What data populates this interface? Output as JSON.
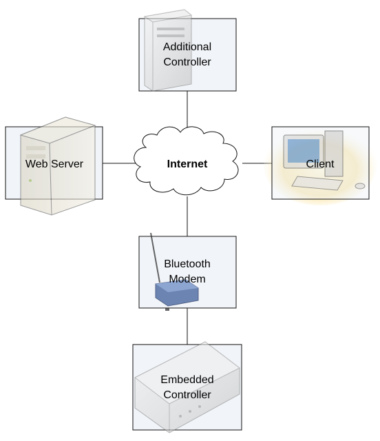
{
  "diagram": {
    "hub": {
      "label": "Internet",
      "icon": "cloud-icon"
    },
    "nodes": {
      "additional_controller": {
        "line1": "Additional",
        "line2": "Controller",
        "icon": "controller-box-icon"
      },
      "web_server": {
        "line1": "Web Server",
        "icon": "server-tower-icon"
      },
      "client": {
        "line1": "Client",
        "icon": "desktop-computer-icon"
      },
      "bluetooth_modem": {
        "line1": "Bluetooth",
        "line2": "Modem",
        "icon": "wireless-modem-icon"
      },
      "embedded_controller": {
        "line1": "Embedded",
        "line2": "Controller",
        "icon": "controller-box-icon"
      }
    },
    "connections": [
      [
        "internet",
        "additional_controller"
      ],
      [
        "internet",
        "web_server"
      ],
      [
        "internet",
        "client"
      ],
      [
        "internet",
        "bluetooth_modem"
      ],
      [
        "bluetooth_modem",
        "embedded_controller"
      ]
    ],
    "colors": {
      "box_fill": "#f1f4f8",
      "border": "#111111",
      "modem_blue": "#3f5f9a",
      "client_glow": "#f6d77a"
    }
  }
}
